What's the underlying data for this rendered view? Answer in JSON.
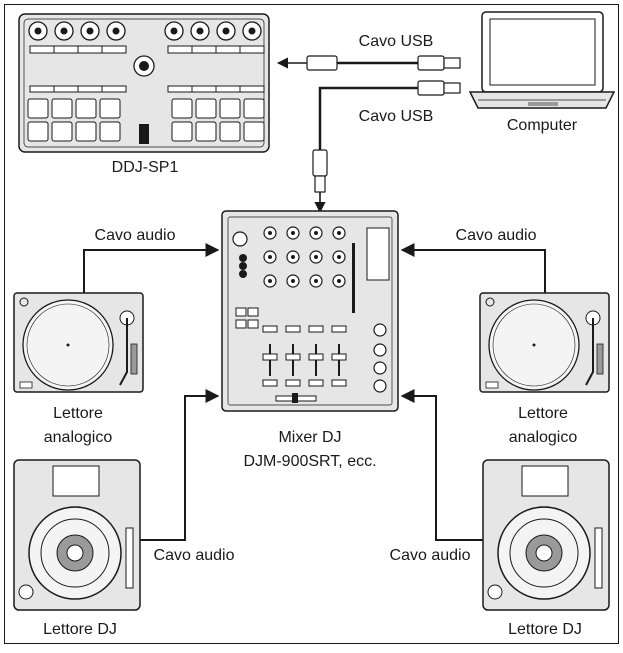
{
  "labels": {
    "controller": "DDJ-SP1",
    "computer": "Computer",
    "usb_top": "Cavo USB",
    "usb_bottom": "Cavo USB",
    "audio_left": "Cavo audio",
    "audio_right": "Cavo audio",
    "audio_bottom_left": "Cavo audio",
    "audio_bottom_right": "Cavo audio",
    "turntable_left_line1": "Lettore",
    "turntable_left_line2": "analogico",
    "turntable_right_line1": "Lettore",
    "turntable_right_line2": "analogico",
    "mixer_line1": "Mixer DJ",
    "mixer_line2": "DJM-900SRT, ecc.",
    "cdj_left": "Lettore DJ",
    "cdj_right": "Lettore DJ"
  },
  "colors": {
    "line": "#1a1a1a",
    "device_fill": "#e6e6e6",
    "device_dark": "#9a9a9a",
    "panel_fill": "#f4f4f4"
  }
}
